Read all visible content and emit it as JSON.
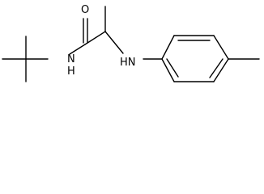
{
  "molecule": {
    "atoms": {
      "oxygen": "O",
      "amide_nitrogen": "N",
      "amide_hydrogen": "H",
      "amine_label": "HN"
    },
    "colors": {
      "bond": "#000000",
      "label": "#000000",
      "background": "#ffffff"
    }
  }
}
